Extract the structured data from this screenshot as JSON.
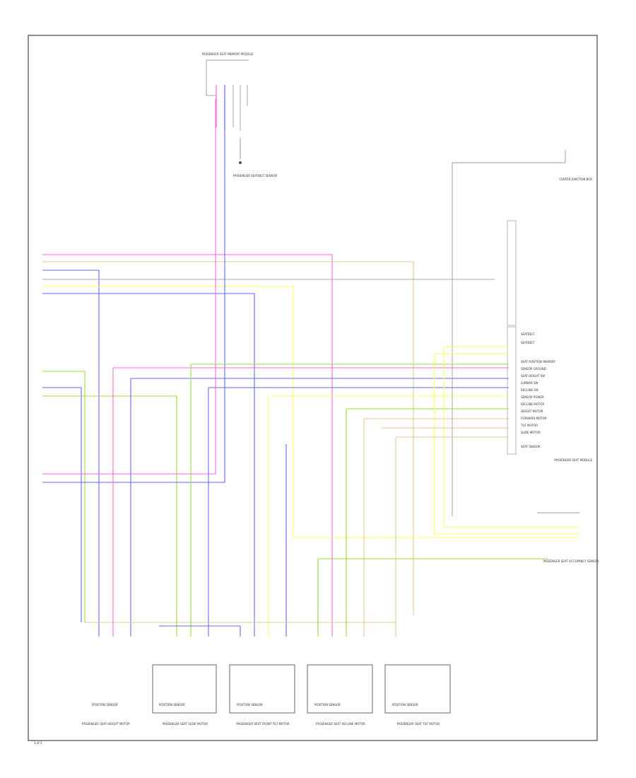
{
  "diagram": {
    "footer_code": "1 of 2",
    "connector_top": {
      "label": "PASSENGER SEAT MEMORY MODULE"
    },
    "seatbelt_note": "PASSENGER SEATBELT SENSOR",
    "right_module": {
      "name": "PASSENGER SEAT MODULE",
      "pin_labels": [
        "SEAT POSITION MEMORY",
        "SENSOR GROUND",
        "SEAT HEIGHT SW",
        "LUMBAR SW",
        "RECLINE SW",
        "SENSOR POWER",
        "RECLINE MOTOR",
        "HEIGHT MOTOR",
        "FORWARD MOTOR",
        "TILT MOTOR",
        "SLIDE MOTOR",
        "SEAT SENSOR"
      ]
    },
    "top_right_label": "CENTER JUNCTION BOX",
    "seatbelt_right_label": "PASSENGER SEAT OCCUPANCY SENSOR",
    "bottom_components": [
      {
        "label": "POSITION SENSOR",
        "caption": "PASSENGER SEAT HEIGHT MOTOR"
      },
      {
        "label": "POSITION SENSOR",
        "caption": "PASSENGER SEAT SLIDE MOTOR"
      },
      {
        "label": "POSITION SENSOR",
        "caption": "PASSENGER SEAT FRONT TILT MOTOR"
      },
      {
        "label": "POSITION SENSOR",
        "caption": "PASSENGER SEAT RECLINE MOTOR"
      },
      {
        "label": "POSITION SENSOR",
        "caption": "PASSENGER SEAT TILT MOTOR"
      }
    ],
    "colors": {
      "pink": "#ff66dd",
      "tan": "#e6c88a",
      "blue": "#6666ff",
      "yellow": "#ffff66",
      "green": "#99dd33",
      "gray": "#aaaaaa",
      "violet": "#cc66ff",
      "orange": "#ffaa44"
    }
  }
}
